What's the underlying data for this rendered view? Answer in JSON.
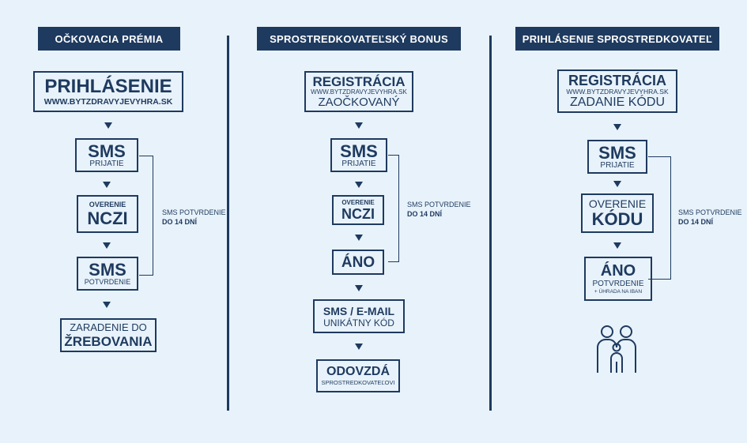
{
  "columns": [
    {
      "header": "OČKOVACIA PRÉMIA",
      "box1": {
        "big": "PRIHLÁSENIE",
        "small": "WWW.BYTZDRAVYJEVYHRA.SK"
      },
      "box2": {
        "big": "SMS",
        "small": "PRIJATIE"
      },
      "box3": {
        "top": "OVERENIE",
        "big": "NCZI"
      },
      "box4": {
        "big": "SMS",
        "small": "POTVRDENIE"
      },
      "box5": {
        "top": "ZARADENIE DO",
        "big": "ŽREBOVANIA"
      },
      "note": {
        "line1": "SMS POTVRDENIE",
        "line2": "DO 14 DNÍ"
      }
    },
    {
      "header": "SPROSTREDKOVATEĽSKÝ BONUS",
      "box1": {
        "big": "REGISTRÁCIA",
        "small": "WWW.BYTZDRAVYJEVYHRA.SK",
        "bottom": "ZAOČKOVANÝ"
      },
      "box2": {
        "big": "SMS",
        "small": "PRIJATIE"
      },
      "box3": {
        "top": "OVERENIE",
        "big": "NCZI"
      },
      "box4": {
        "big": "ÁNO"
      },
      "box5": {
        "big": "SMS / E-MAIL",
        "bottom": "UNIKÁTNY KÓD"
      },
      "box6": {
        "big": "ODOVZDÁ",
        "small": "SPROSTREDKOVATEĽOVI"
      },
      "note": {
        "line1": "SMS POTVRDENIE",
        "line2": "DO 14 DNÍ"
      }
    },
    {
      "header": "PRIHLÁSENIE SPROSTREDKOVATEĽ",
      "box1": {
        "big": "REGISTRÁCIA",
        "small": "WWW.BYTZDRAVYJEVYHRA.SK",
        "bottom": "ZADANIE KÓDU"
      },
      "box2": {
        "big": "SMS",
        "small": "PRIJATIE"
      },
      "box3": {
        "top": "OVERENIE",
        "big": "KÓDU"
      },
      "box4": {
        "big": "ÁNO",
        "small": "POTVRDENIE",
        "tiny": "+ ÚHRADA NA IBAN"
      },
      "note": {
        "line1": "SMS POTVRDENIE",
        "line2": "DO 14 DNÍ"
      }
    }
  ],
  "icons": {
    "people": "family-icon"
  },
  "colors": {
    "navy": "#1e3a5f",
    "background": "#e8f2fa"
  }
}
